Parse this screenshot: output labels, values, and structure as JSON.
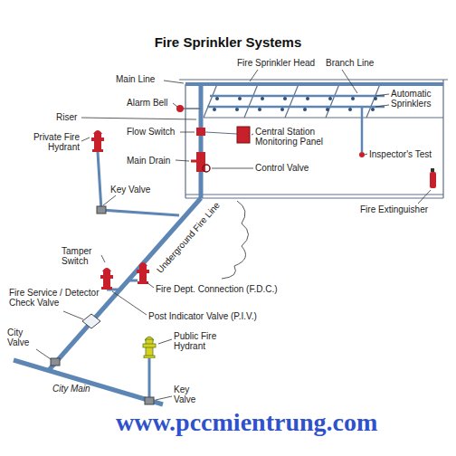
{
  "diagram": {
    "title": "Fire Sprinkler Systems",
    "labels": [
      "Fire Sprinkler Head",
      "Branch Line",
      "Main Line",
      "Automatic Sprinklers",
      "Riser",
      "Alarm Bell",
      "Flow Switch",
      "Central Station Monitoring Panel",
      "Main Drain",
      "Control Valve",
      "Inspector's Test",
      "Private Fire Hydrant",
      "Key Valve",
      "Underground Fire Line",
      "Fire Extinguisher",
      "Tamper Switch",
      "Fire Dept. Connection (F.D.C.)",
      "Fire Service / Detector Check Valve",
      "Post Indicator Valve (P.I.V.)",
      "City Valve",
      "Public Fire Hydrant",
      "Key Valve",
      "City Main",
      "www.pccmientrung.com"
    ]
  }
}
